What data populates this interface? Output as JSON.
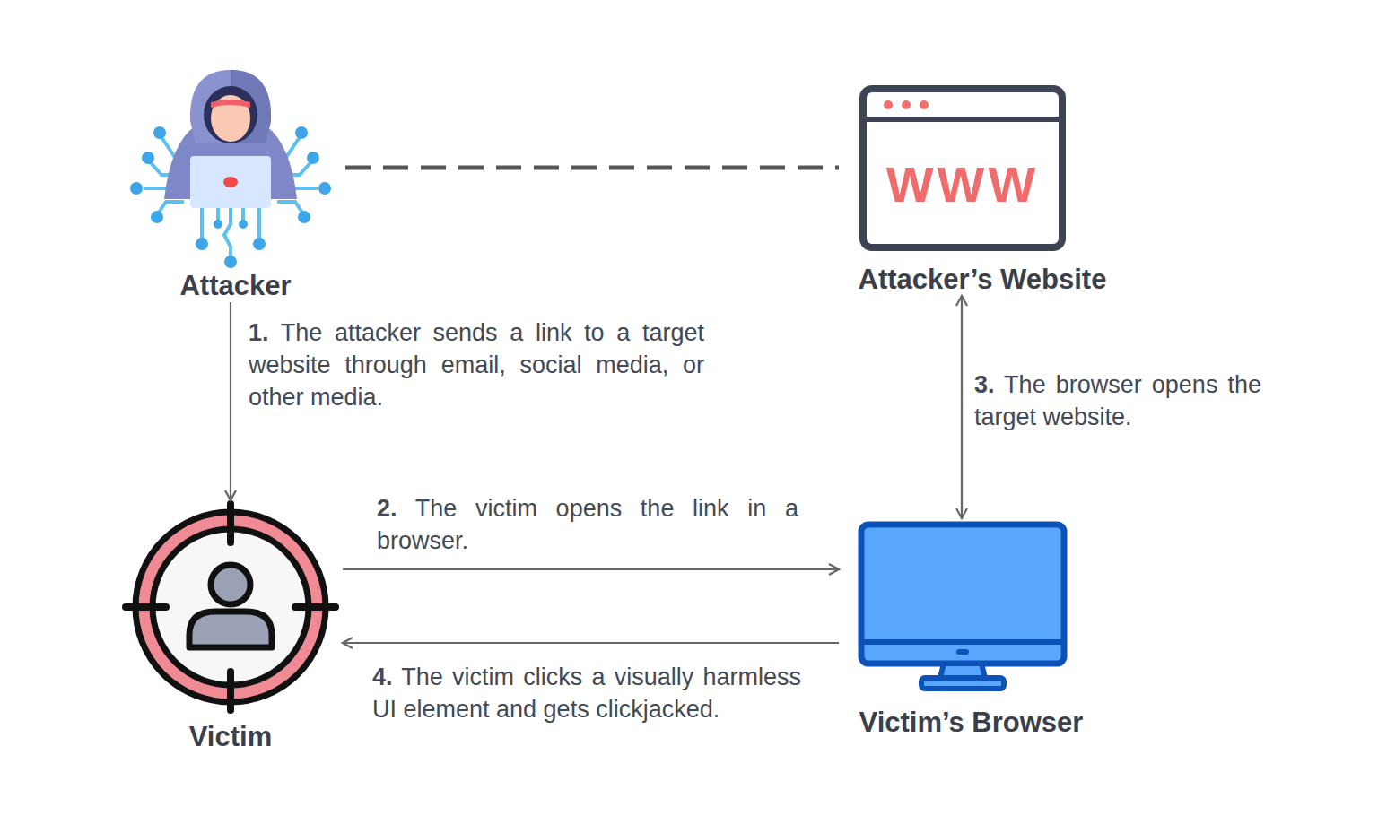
{
  "diagram": {
    "nodes": [
      {
        "text": [
          "Attacker"
        ]
      },
      {
        "text": [
          "Attacker’s Website"
        ]
      },
      {
        "text": [
          "Victim"
        ]
      },
      {
        "text": [
          "Victim’s Browser"
        ]
      }
    ],
    "edges": [
      {
        "from": 0,
        "to": 1,
        "arrow": "none"
      },
      {
        "from": 0,
        "to": 2,
        "arrow": "to",
        "label": "1. The attacker sends a link to a target website through email, social media, or other media."
      },
      {
        "from": 2,
        "to": 3,
        "arrow": "to",
        "label": "2. The victim opens the link in a browser."
      },
      {
        "from": 1,
        "to": 3,
        "arrow": "both",
        "label": "3. The browser opens the target website."
      },
      {
        "from": 3,
        "to": 2,
        "arrow": "to",
        "label": "4. The victim clicks a visually harmless UI element and gets clickjacked."
      }
    ],
    "labels": [
      "WWW"
    ]
  }
}
